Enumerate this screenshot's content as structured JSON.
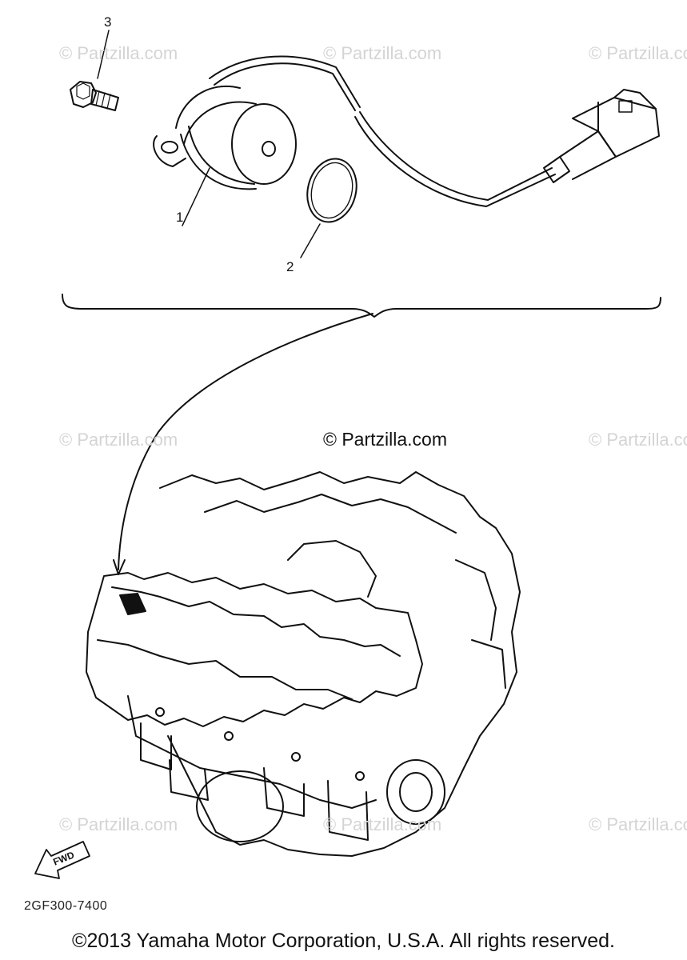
{
  "watermarks": {
    "text": "© Partzilla.com",
    "main_text": "© Partzilla.com"
  },
  "callouts": {
    "part1": "1",
    "part2": "2",
    "part3": "3"
  },
  "direction_label": "FWD",
  "diagram_code": "2GF300-7400",
  "copyright": "©2013  Yamaha Motor Corporation, U.S.A. All rights reserved."
}
